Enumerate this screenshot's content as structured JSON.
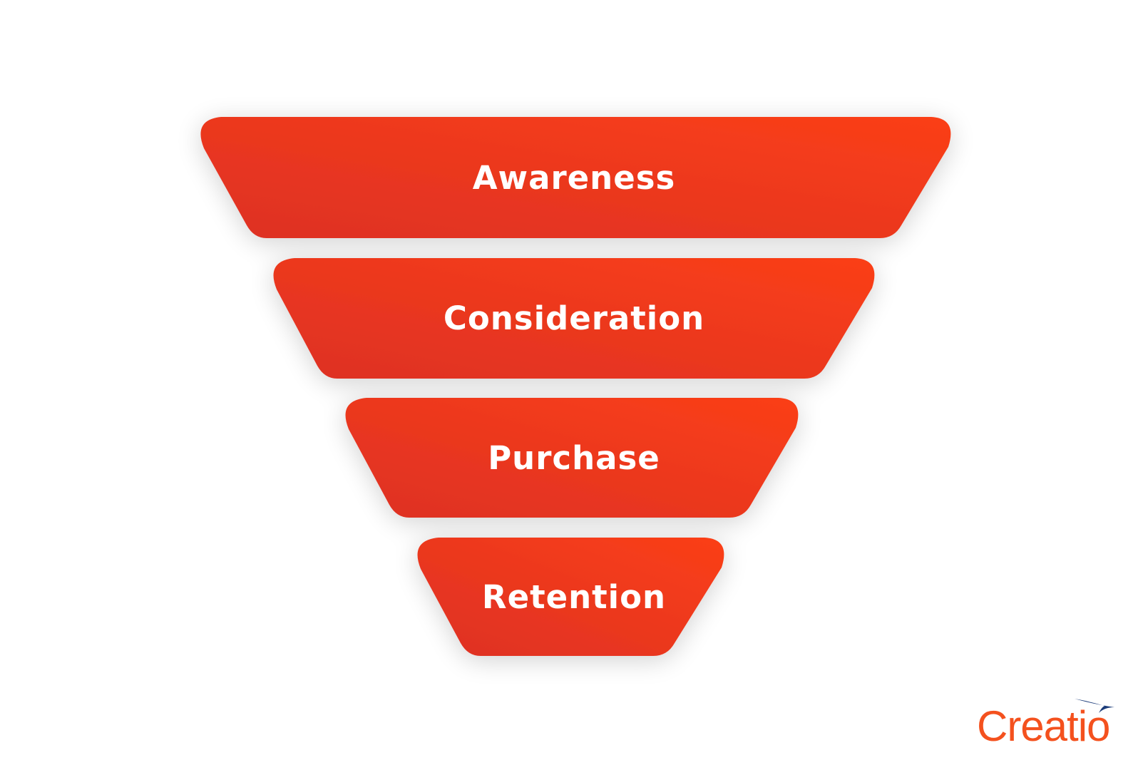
{
  "diagram": {
    "type": "funnel",
    "stages": [
      {
        "label": "Awareness"
      },
      {
        "label": "Consideration"
      },
      {
        "label": "Purchase"
      },
      {
        "label": "Retention"
      }
    ],
    "colors": {
      "gradient_start": "#dd3125",
      "gradient_end": "#fb3f17",
      "text": "#ffffff",
      "background": "#ffffff"
    }
  },
  "logo": {
    "text": "Creatio",
    "text_color": "#f4511e",
    "mark_color": "#1d3d7a",
    "mark_icon": "arrow-swoosh-icon"
  }
}
